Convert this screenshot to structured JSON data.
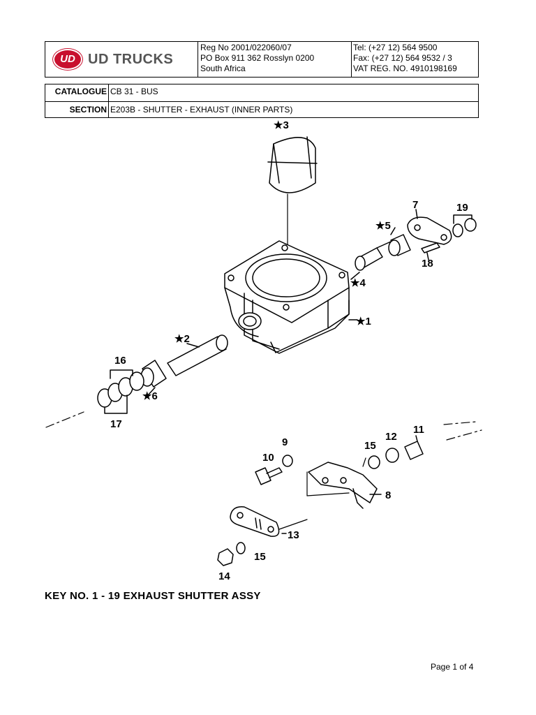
{
  "header": {
    "brand_badge": "UD",
    "brand_name": "UD TRUCKS",
    "reg_lines": [
      "Reg No 2001/022060/07",
      "PO Box 911 362 Rosslyn 0200",
      "South Africa"
    ],
    "contact_lines": [
      "Tel: (+27 12) 564 9500",
      "Fax: (+27 12) 564 9532 / 3",
      "VAT REG. NO. 4910198169"
    ],
    "brand_color": "#c8102e"
  },
  "catalogue": {
    "label": "CATALOGUE",
    "value": "CB 31 - BUS"
  },
  "section": {
    "label": "SECTION",
    "value": "E203B - SHUTTER - EXHAUST (INNER PARTS)"
  },
  "diagram": {
    "callouts": {
      "c1": "★1",
      "c2": "★2",
      "c3": "★3",
      "c4": "★4",
      "c5": "★5",
      "c6": "★6",
      "c7": "7",
      "c8": "8",
      "c9": "9",
      "c10": "10",
      "c11": "11",
      "c12": "12",
      "c13": "13",
      "c14": "14",
      "c15a": "15",
      "c15b": "15",
      "c16": "16",
      "c17": "17",
      "c18": "18",
      "c19": "19"
    }
  },
  "key_caption": "KEY NO. 1 - 19  EXHAUST SHUTTER ASSY",
  "footer": {
    "page": "Page 1 of 4"
  }
}
